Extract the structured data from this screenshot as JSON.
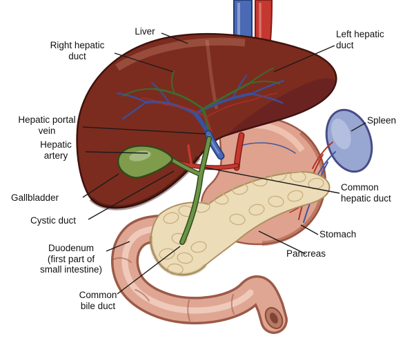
{
  "labels": {
    "liver": "Liver",
    "right_hepatic_duct": "Right hepatic\nduct",
    "left_hepatic_duct": "Left hepatic\nduct",
    "hepatic_portal_vein": "Hepatic portal\nvein",
    "hepatic_artery": "Hepatic\nartery",
    "gallbladder": "Gallbladder",
    "cystic_duct": "Cystic duct",
    "duodenum": "Duodenum\n(first part of\nsmall intestine)",
    "common_bile_duct": "Common\nbile duct",
    "spleen": "Spleen",
    "common_hepatic_duct": "Common\nhepatic duct",
    "stomach": "Stomach",
    "pancreas": "Pancreas"
  },
  "colors": {
    "liver": "#7b2c1f",
    "stomach": "#dfa28e",
    "duodenum": "#dfa693",
    "pancreas": "#ecdcb8",
    "spleen": "#98a6d2",
    "gallbladder": "#7f9c4c",
    "duct_green": "#6d9448",
    "artery_red": "#c53830",
    "vein_blue": "#4a6ab5",
    "leader_line": "#1a1a1a",
    "label_text": "#101010"
  }
}
